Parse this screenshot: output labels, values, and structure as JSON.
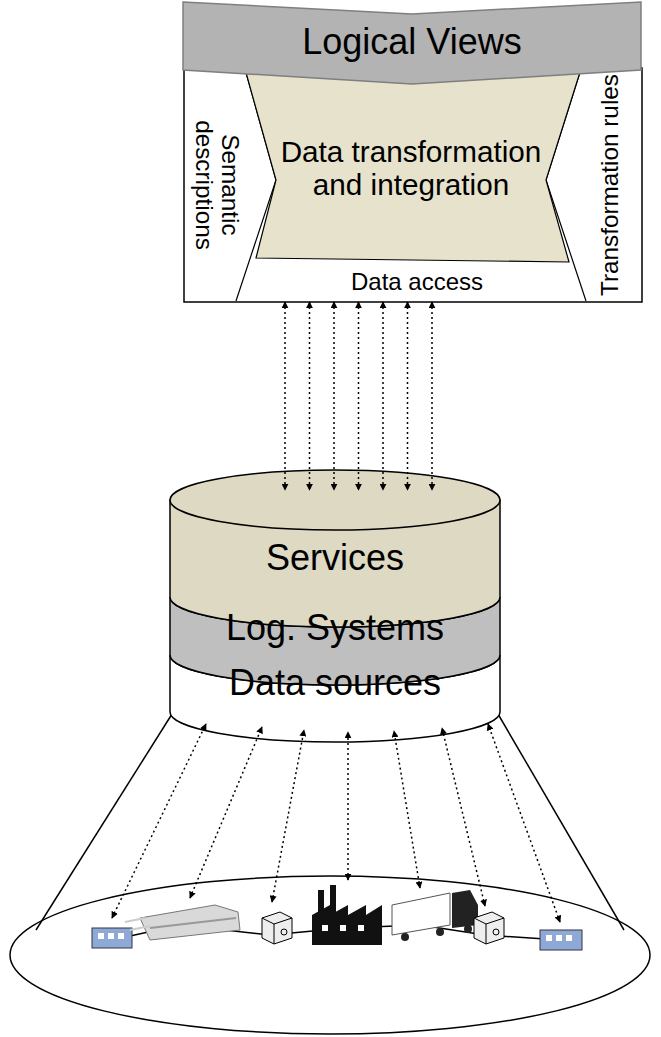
{
  "diagram": {
    "nodes": [
      {
        "text": [
          "Logical Views"
        ]
      },
      {
        "text": [
          "Semantic descriptions"
        ]
      },
      {
        "text": [
          "Data transformation and integration"
        ]
      },
      {
        "text": [
          "Transformation rules"
        ]
      },
      {
        "text": [
          "Data access"
        ]
      },
      {
        "text": [
          "Services"
        ]
      },
      {
        "text": [
          "Log. Systems"
        ]
      },
      {
        "text": [
          "Data sources"
        ]
      }
    ],
    "edges": [
      {
        "from": 4,
        "to": 5,
        "arrow": "both"
      },
      {
        "from": 4,
        "to": 5,
        "arrow": "both"
      },
      {
        "from": 4,
        "to": 5,
        "arrow": "both"
      },
      {
        "from": 4,
        "to": 5,
        "arrow": "both"
      },
      {
        "from": 4,
        "to": 5,
        "arrow": "both"
      },
      {
        "from": 4,
        "to": 5,
        "arrow": "both"
      },
      {
        "from": 4,
        "to": 5,
        "arrow": "both"
      }
    ]
  }
}
